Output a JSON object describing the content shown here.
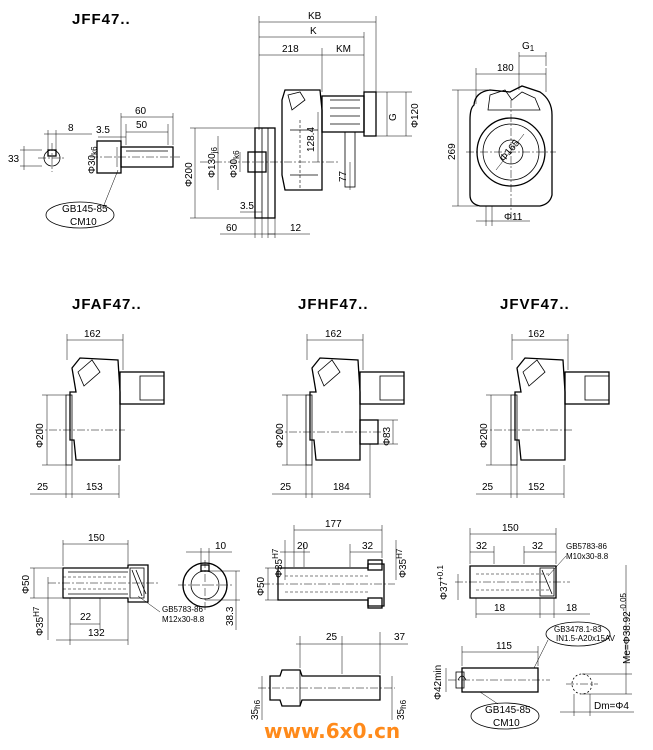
{
  "titles": {
    "jff": "JFF47..",
    "jfaf": "JFAF47..",
    "jfhf": "JFHF47..",
    "jfvf": "JFVF47.."
  },
  "top": {
    "keyA": {
      "d8": "8",
      "d33": "33"
    },
    "shaft": {
      "d60": "60",
      "d50": "50",
      "d35": "3.5",
      "dia": "Φ30",
      "dia_tol": "k6"
    },
    "callout": {
      "line1": "GB145-85",
      "line2": "CM10"
    },
    "front": {
      "kb": "KB",
      "k": "K",
      "d218": "218",
      "km": "KM",
      "d200": "Φ200",
      "d130": "Φ130",
      "d130_tol": "j6",
      "d30": "Φ30",
      "d30_tol": "k6",
      "d1284": "128.4",
      "d77": "77",
      "d120": "Φ120",
      "g": "G",
      "d35": "3.5",
      "d60": "60",
      "d12": "12"
    },
    "side": {
      "g1": "G",
      "g1_sub": "1",
      "d180": "180",
      "d269": "269",
      "d165": "Φ165",
      "d11": "Φ11"
    }
  },
  "mid": {
    "jfaf": {
      "w": "162",
      "dia": "Φ200",
      "a": "25",
      "b": "153"
    },
    "jfhf": {
      "w": "162",
      "dia": "Φ200",
      "d83": "Φ83",
      "a": "25",
      "b": "184"
    },
    "jfvf": {
      "w": "162",
      "dia": "Φ200",
      "a": "25",
      "b": "152"
    }
  },
  "bot": {
    "s1": {
      "d150": "150",
      "d50": "Φ50",
      "d35": "Φ35",
      "d35_tol": "H7",
      "d22": "22",
      "d132": "132",
      "d10": "10",
      "d383": "38.3",
      "callout1": "GB5783-86",
      "callout2": "M12x30-8.8"
    },
    "s2": {
      "d177": "177",
      "d20": "20",
      "d32": "32",
      "d50": "Φ50",
      "d35a": "Φ35",
      "d35a_tol": "H7",
      "d35b": "Φ35",
      "d35b_tol": "H7",
      "d25": "25",
      "d37": "37",
      "d35c": "35",
      "d35c_tol": "h6",
      "d35d": "35",
      "d35d_tol": "h6"
    },
    "s3": {
      "d150": "150",
      "d32a": "32",
      "d32b": "32",
      "d37": "Φ37",
      "d37_tol": "+0.1",
      "d18a": "18",
      "d18b": "18",
      "callout1": "GB5783-86",
      "callout2": "M10x30-8.8",
      "d115": "115",
      "d42": "Φ42min",
      "callout3": "GB3478.1-83",
      "callout3b": "IN1.5-A20x15AV",
      "me": "Me=Φ38.92",
      "me_tol": "-0.05",
      "dm": "Dm=Φ4",
      "callout4a": "GB145-85",
      "callout4b": "CM10"
    }
  },
  "watermark": "www.6x0.cn"
}
